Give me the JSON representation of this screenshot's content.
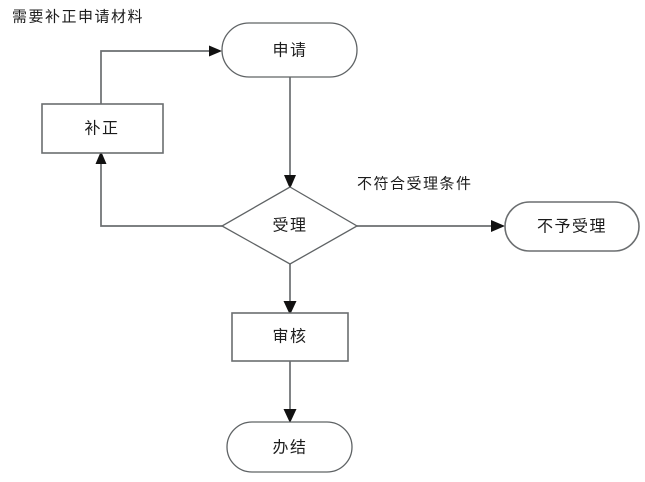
{
  "diagram": {
    "type": "flowchart",
    "title": "",
    "background_color": "#ffffff",
    "stroke_color": "#6b6e70",
    "text_color": "#1c1c1c",
    "arrow_color": "#111111",
    "nodes": [
      {
        "id": "apply",
        "label": "申请",
        "shape": "rounded-rectangle"
      },
      {
        "id": "correct",
        "label": "补正",
        "shape": "rectangle"
      },
      {
        "id": "accept",
        "label": "受理",
        "shape": "diamond"
      },
      {
        "id": "reject",
        "label": "不予受理",
        "shape": "rounded-rectangle"
      },
      {
        "id": "review",
        "label": "审核",
        "shape": "rectangle"
      },
      {
        "id": "complete",
        "label": "办结",
        "shape": "rounded-rectangle"
      }
    ],
    "annotations": [
      {
        "id": "need-correction",
        "text": "需要补正申请材料"
      },
      {
        "id": "not-meet-条件",
        "text": "不符合受理条件"
      }
    ],
    "edges": [
      {
        "id": "correct-to-apply",
        "from": "补正",
        "to": "申请",
        "label": "需要补正申请材料"
      },
      {
        "id": "apply-to-accept",
        "from": "申请",
        "to": "受理",
        "label": ""
      },
      {
        "id": "accept-to-reject",
        "from": "受理",
        "to": "不予受理",
        "label": "不符合受理条件"
      },
      {
        "id": "accept-to-correct",
        "from": "受理",
        "to": "补正",
        "label": ""
      },
      {
        "id": "accept-to-review",
        "from": "受理",
        "to": "审核",
        "label": ""
      },
      {
        "id": "review-to-complete",
        "from": "审核",
        "to": "办结",
        "label": ""
      }
    ]
  }
}
